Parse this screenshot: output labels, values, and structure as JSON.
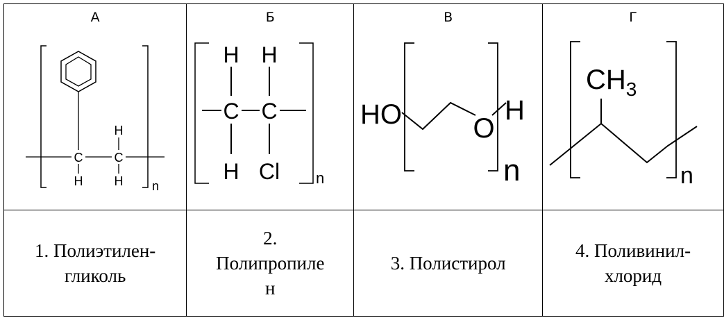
{
  "header_letters": [
    "А",
    "Б",
    "В",
    "Г"
  ],
  "structures": {
    "A": {
      "top_h": "H",
      "bottom_h1": "H",
      "bottom_h2": "H",
      "c1": "C",
      "c2": "C",
      "n": "n"
    },
    "B": {
      "h1": "H",
      "h2": "H",
      "c1": "C",
      "c2": "C",
      "h3": "H",
      "cl": "Cl",
      "n": "n"
    },
    "C": {
      "ho": "HO",
      "o": "O",
      "h": "H",
      "n": "n"
    },
    "D": {
      "ch3_main": "CH",
      "ch3_sub": "3",
      "n": "n"
    }
  },
  "names": [
    [
      "1. Полиэтилен-",
      "гликоль"
    ],
    [
      "2.",
      "Полипропиле",
      "н"
    ],
    [
      "3. Полистирол"
    ],
    [
      "4. Поливинил-",
      "хлорид"
    ]
  ]
}
